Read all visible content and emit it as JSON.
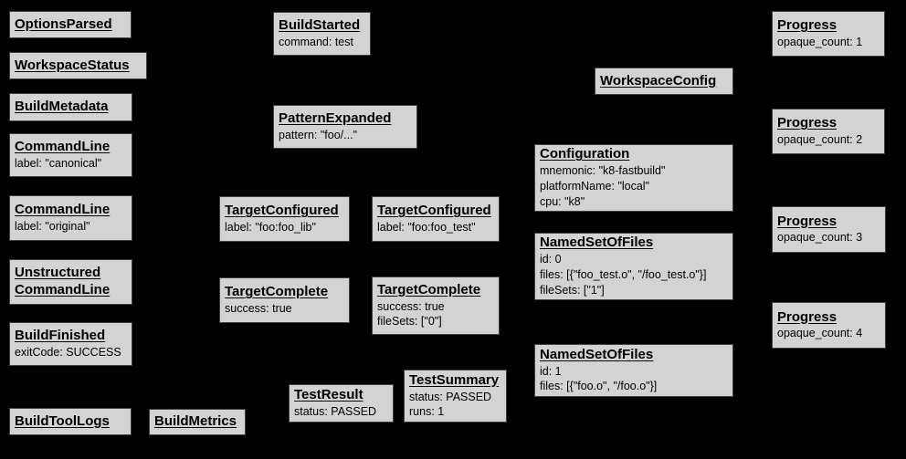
{
  "diagram": {
    "background": "#000000",
    "node_fill": "#d3d3d3",
    "node_border": "#404040",
    "text_color": "#000000"
  },
  "boxes": [
    {
      "title": "OptionsParsed",
      "lines": []
    },
    {
      "title": "WorkspaceStatus",
      "lines": []
    },
    {
      "title": "BuildMetadata",
      "lines": []
    },
    {
      "title": "CommandLine",
      "lines": [
        "label: \"canonical\""
      ]
    },
    {
      "title": "CommandLine",
      "lines": [
        "label: \"original\""
      ]
    },
    {
      "title": "Unstructured\nCommandLine",
      "lines": []
    },
    {
      "title": "BuildFinished",
      "lines": [
        "exitCode: SUCCESS"
      ]
    },
    {
      "title": "BuildToolLogs",
      "lines": []
    },
    {
      "title": "BuildMetrics",
      "lines": []
    },
    {
      "title": "BuildStarted",
      "lines": [
        "command: test"
      ]
    },
    {
      "title": "PatternExpanded",
      "lines": [
        "pattern: \"foo/...\""
      ]
    },
    {
      "title": "TargetConfigured",
      "lines": [
        "label: \"foo:foo_lib\""
      ]
    },
    {
      "title": "TargetConfigured",
      "lines": [
        "label: \"foo:foo_test\""
      ]
    },
    {
      "title": "TargetComplete",
      "lines": [
        "success: true"
      ]
    },
    {
      "title": "TargetComplete",
      "lines": [
        "success: true",
        "fileSets: [\"0\"]"
      ]
    },
    {
      "title": "TestResult",
      "lines": [
        "status: PASSED"
      ]
    },
    {
      "title": "TestSummary",
      "lines": [
        "status: PASSED",
        "runs: 1"
      ]
    },
    {
      "title": "WorkspaceConfig",
      "lines": []
    },
    {
      "title": "Configuration",
      "lines": [
        "mnemonic: \"k8-fastbuild\"",
        "platformName: \"local\"",
        "cpu: \"k8\""
      ]
    },
    {
      "title": "NamedSetOfFiles",
      "lines": [
        "id: 0",
        "files: [{\"foo_test.o\", \"/foo_test.o\"}]",
        "fileSets: [\"1\"]"
      ]
    },
    {
      "title": "NamedSetOfFiles",
      "lines": [
        "id: 1",
        "files: [{\"foo.o\", \"/foo.o\"}]"
      ]
    },
    {
      "title": "Progress",
      "lines": [
        "opaque_count: 1"
      ]
    },
    {
      "title": "Progress",
      "lines": [
        "opaque_count: 2"
      ]
    },
    {
      "title": "Progress",
      "lines": [
        "opaque_count: 3"
      ]
    },
    {
      "title": "Progress",
      "lines": [
        "opaque_count: 4"
      ]
    }
  ]
}
